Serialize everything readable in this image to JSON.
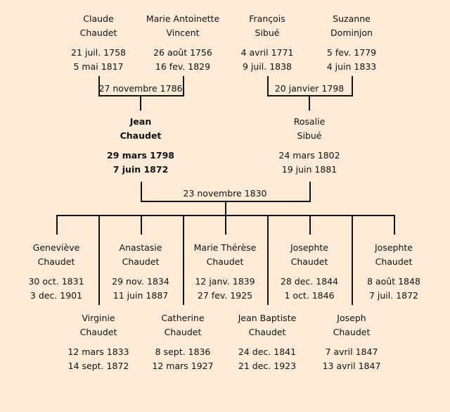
{
  "grandparents": [
    {
      "first": "Claude",
      "last": "Chaudet",
      "birth": "21 juil. 1758",
      "death": "5 mai 1817"
    },
    {
      "first": "Marie Antoinette",
      "last": "Vincent",
      "birth": "26 août 1756",
      "death": "16 fev. 1829"
    },
    {
      "first": "François",
      "last": "Sibué",
      "birth": "4 avril 1771",
      "death": "9 juil. 1838"
    },
    {
      "first": "Suzanne",
      "last": "Dominjon",
      "birth": "5 fev. 1779",
      "death": "4 juin 1833"
    }
  ],
  "marriages": {
    "paternal": "27 novembre 1786",
    "maternal": "20 janvier 1798",
    "parents": "23 novembre 1830"
  },
  "parents": [
    {
      "first": "Jean",
      "last": "Chaudet",
      "birth": "29 mars 1798",
      "death": "7 juin 1872"
    },
    {
      "first": "Rosalie",
      "last": "Sibué",
      "birth": "24 mars 1802",
      "death": "19 juin 1881"
    }
  ],
  "children": [
    {
      "first": "Geneviève",
      "last": "Chaudet",
      "birth": "30 oct. 1831",
      "death": "3 dec. 1901"
    },
    {
      "first": "Virginie",
      "last": "Chaudet",
      "birth": "12 mars 1833",
      "death": "14 sept. 1872"
    },
    {
      "first": "Anastasie",
      "last": "Chaudet",
      "birth": "29 nov. 1834",
      "death": "11 juin 1887"
    },
    {
      "first": "Catherine",
      "last": "Chaudet",
      "birth": "8 sept. 1836",
      "death": "12 mars 1927"
    },
    {
      "first": "Marie Thérèse",
      "last": "Chaudet",
      "birth": "12 janv. 1839",
      "death": "27 fev. 1925"
    },
    {
      "first": "Jean Baptiste",
      "last": "Chaudet",
      "birth": "24 dec. 1841",
      "death": "21 dec. 1923"
    },
    {
      "first": "Josephte",
      "last": "Chaudet",
      "birth": "28 dec. 1844",
      "death": "1 oct. 1846"
    },
    {
      "first": "Joseph",
      "last": "Chaudet",
      "birth": "7 avril 1847",
      "death": "13 avril 1847"
    },
    {
      "first": "Josephte",
      "last": "Chaudet",
      "birth": "8 août 1848",
      "death": "7 juil. 1872"
    }
  ]
}
